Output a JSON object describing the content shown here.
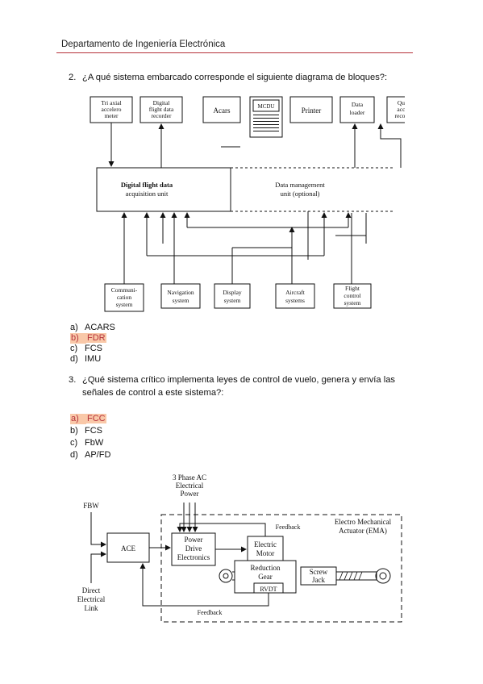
{
  "header": {
    "title": "Departamento de Ingeniería Electrónica"
  },
  "q2": {
    "number": "2.",
    "text": "¿A qué sistema embarcado corresponde el siguiente diagrama de bloques?:",
    "options": [
      {
        "letter": "a)",
        "text": "ACARS",
        "selected": false
      },
      {
        "letter": "b)",
        "text": "FDR",
        "selected": true
      },
      {
        "letter": "c)",
        "text": "FCS",
        "selected": false
      },
      {
        "letter": "d)",
        "text": "IMU",
        "selected": false
      }
    ]
  },
  "q3": {
    "number": "3.",
    "text": "¿Qué sistema crítico implementa leyes de control de vuelo, genera y envía las señales de control a este sistema?:",
    "options": [
      {
        "letter": "a)",
        "text": "FCC",
        "selected": true
      },
      {
        "letter": "b)",
        "text": "FCS",
        "selected": false
      },
      {
        "letter": "c)",
        "text": "FbW",
        "selected": false
      },
      {
        "letter": "d)",
        "text": "AP/FD",
        "selected": false
      }
    ]
  },
  "diagram1": {
    "top_boxes": [
      [
        "Tri axial",
        "accelero",
        "meter"
      ],
      [
        "Digital",
        "flight data",
        "recorder"
      ],
      [
        "Acars"
      ],
      [
        "MCDU"
      ],
      [
        "Printer"
      ],
      [
        "Data",
        "loader"
      ],
      [
        "Quick",
        "access",
        "recorder"
      ]
    ],
    "main_left": [
      "Digital flight data",
      "acquisition unit"
    ],
    "main_right": [
      "Data management",
      "unit (optional)"
    ],
    "bottom_boxes": [
      [
        "Communi-",
        "cation",
        "system"
      ],
      [
        "Navigation",
        "system"
      ],
      [
        "Display",
        "system"
      ],
      [
        "Aircraft",
        "systems"
      ],
      [
        "Flight",
        "control",
        "system"
      ]
    ]
  },
  "diagram2": {
    "power": [
      "3 Phase AC",
      "Electrical",
      "Power"
    ],
    "fbw": "FBW",
    "direct": [
      "Direct",
      "Electrical",
      "Link"
    ],
    "ace": "ACE",
    "pde": [
      "Power",
      "Drive",
      "Electronics"
    ],
    "motor": [
      "Electric",
      "Motor"
    ],
    "gear": [
      "Reduction",
      "Gear"
    ],
    "rvdt": "RVDT",
    "screw": [
      "Screw",
      "Jack"
    ],
    "ema": [
      "Electro Mechanical",
      "Actuator (EMA)"
    ],
    "feedback_top": "Feedback",
    "feedback_bottom": "Feedback"
  }
}
